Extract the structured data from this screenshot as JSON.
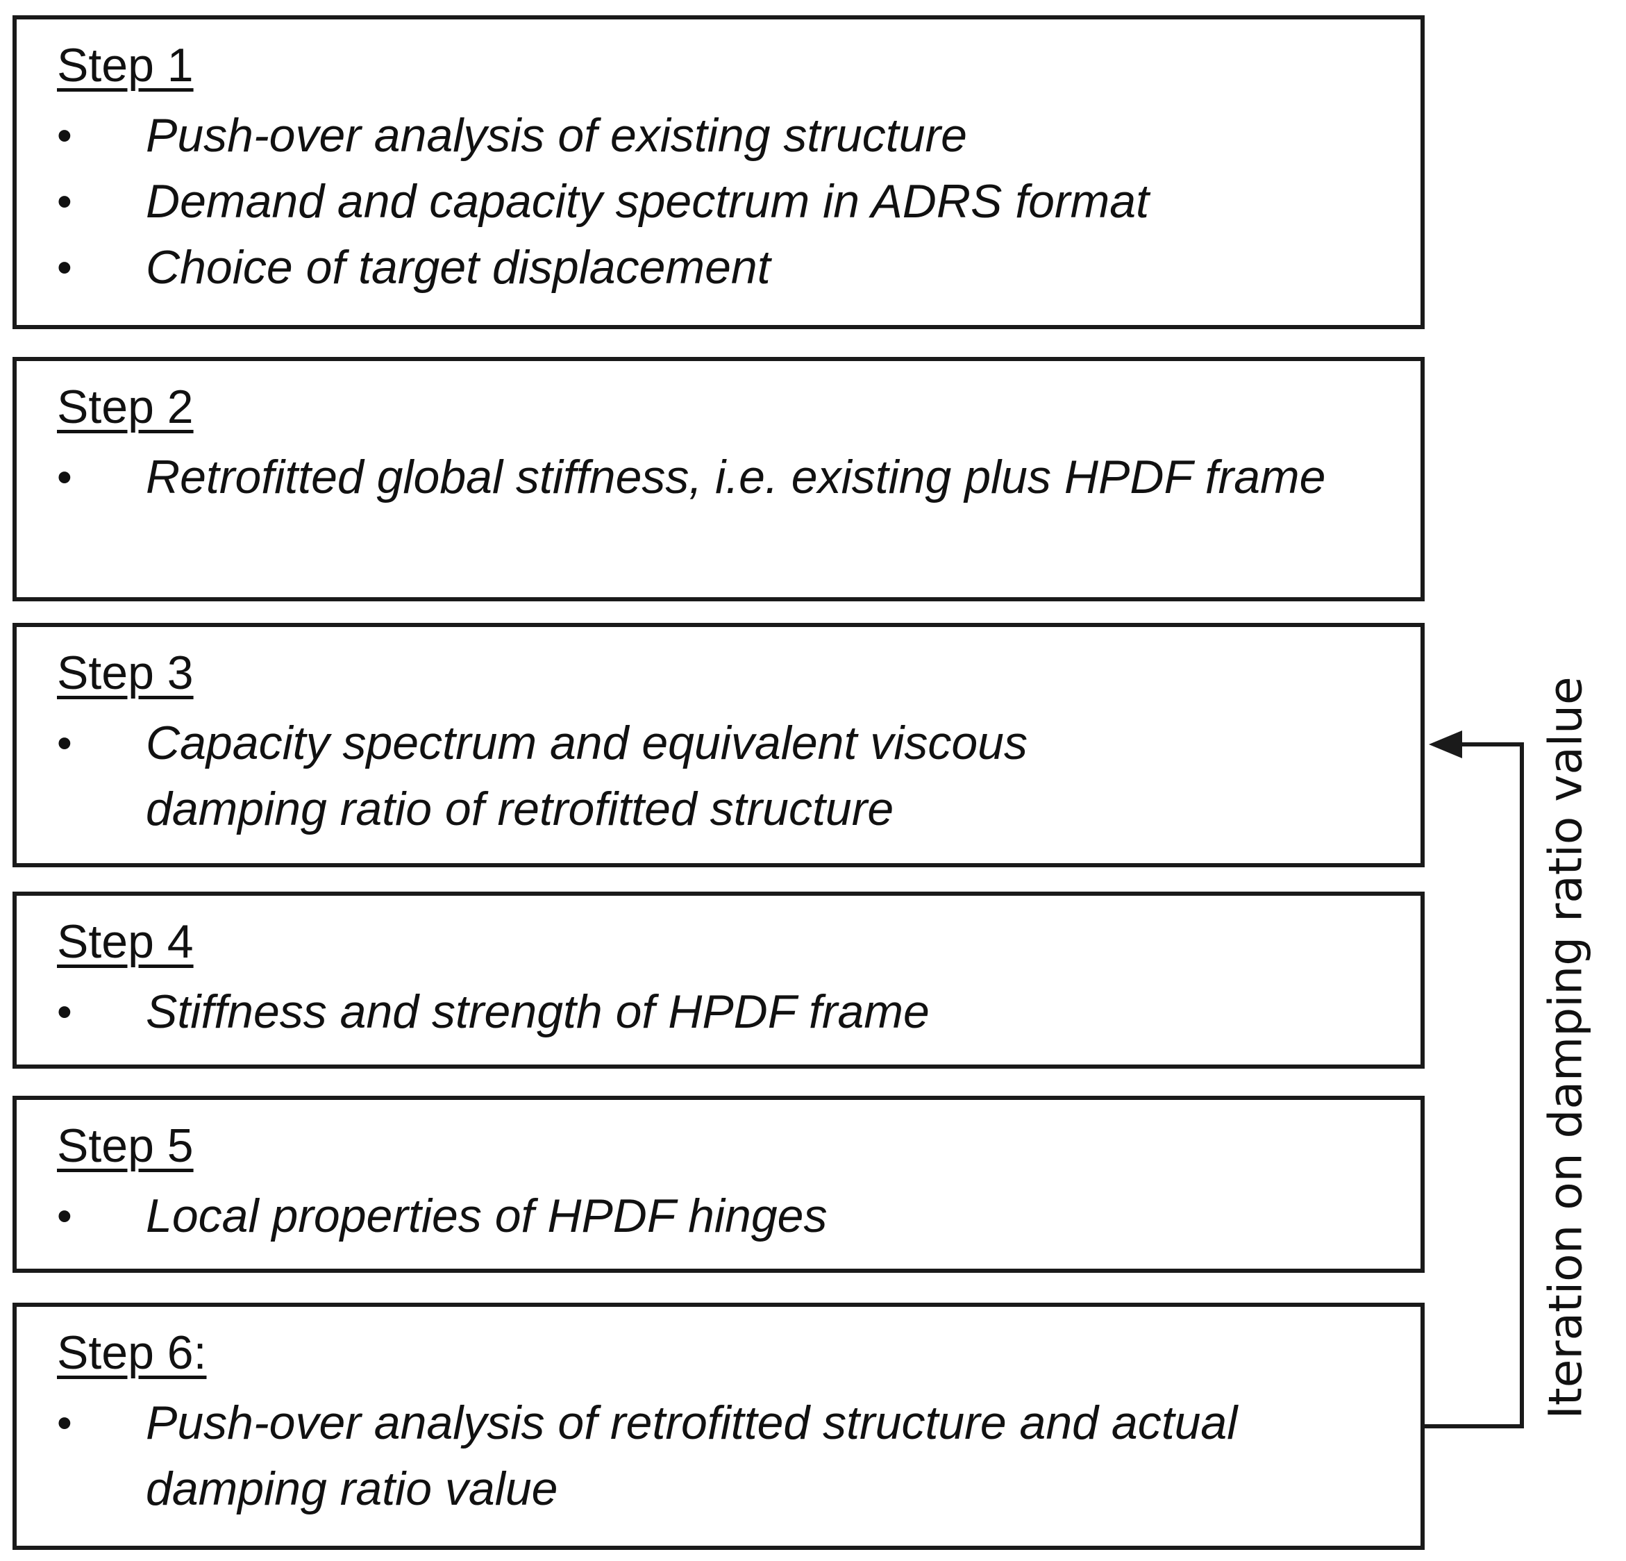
{
  "steps": [
    {
      "title": "Step 1",
      "items": [
        "Push-over analysis of existing structure",
        "Demand and capacity spectrum in ADRS format",
        "Choice of target displacement"
      ]
    },
    {
      "title": "Step 2",
      "items": [
        "Retrofitted global stiffness, i.e. existing plus HPDF frame"
      ]
    },
    {
      "title": "Step 3",
      "items": [
        "Capacity spectrum and equivalent viscous damping ratio of retrofitted structure"
      ]
    },
    {
      "title": "Step 4",
      "items": [
        "Stiffness and strength of HPDF frame"
      ]
    },
    {
      "title": "Step 5",
      "items": [
        "Local properties of HPDF hinges"
      ]
    },
    {
      "title": "Step 6:",
      "items": [
        "Push-over analysis of retrofitted structure and actual damping ratio value"
      ]
    }
  ],
  "bullet_symbol": "•",
  "iteration_label": "Iteration on damping ratio value",
  "colors": {
    "line": "#1a1a1a",
    "text": "#111111",
    "background": "#ffffff"
  }
}
